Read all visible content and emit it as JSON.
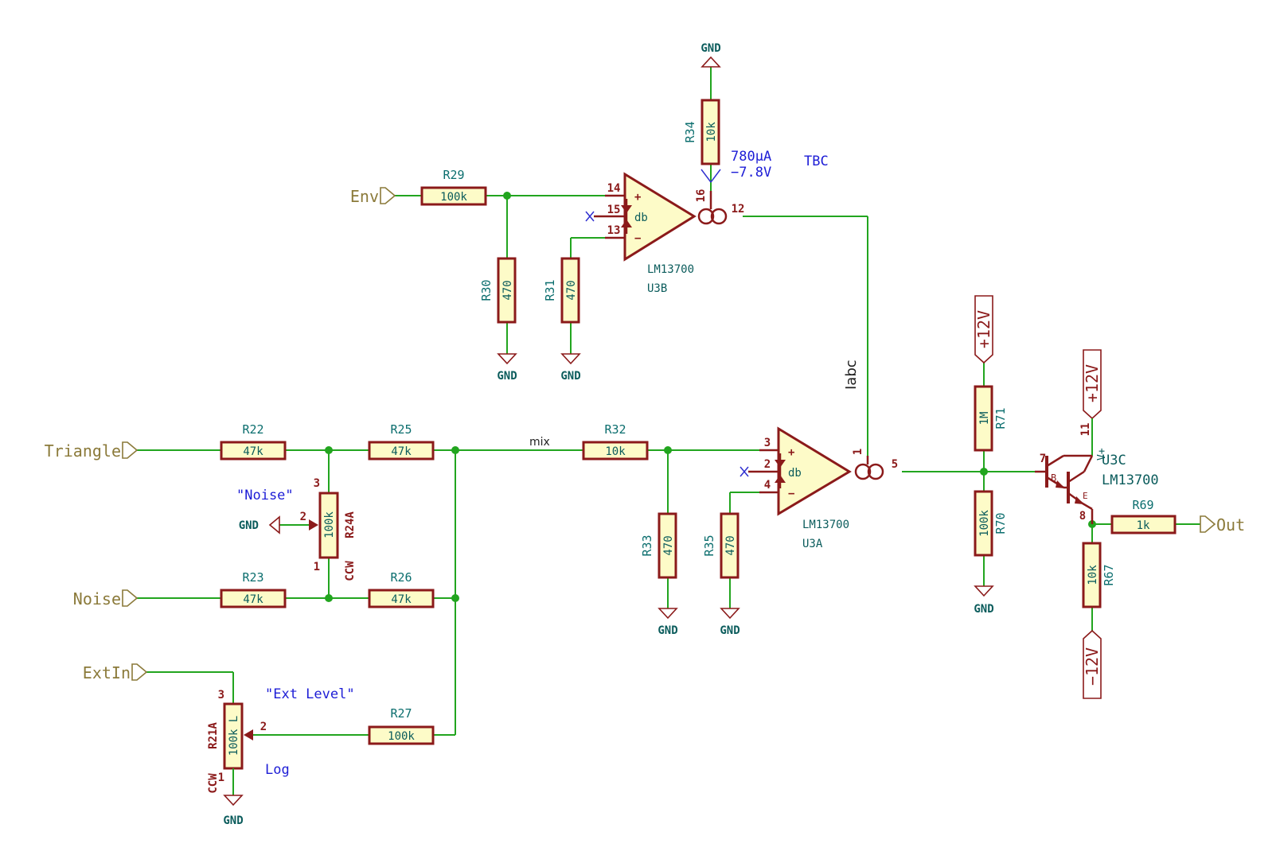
{
  "ports": {
    "env": "Env",
    "triangle": "Triangle",
    "noise": "Noise",
    "extin": "ExtIn",
    "out": "Out"
  },
  "power": {
    "gnd": "GND",
    "p12": "+12V",
    "m12": "−12V"
  },
  "resistors": [
    {
      "ref": "R29",
      "value": "100k"
    },
    {
      "ref": "R30",
      "value": "470"
    },
    {
      "ref": "R31",
      "value": "470"
    },
    {
      "ref": "R34",
      "value": "10k"
    },
    {
      "ref": "R22",
      "value": "47k"
    },
    {
      "ref": "R25",
      "value": "47k"
    },
    {
      "ref": "R23",
      "value": "47k"
    },
    {
      "ref": "R26",
      "value": "47k"
    },
    {
      "ref": "R27",
      "value": "100k"
    },
    {
      "ref": "R32",
      "value": "10k"
    },
    {
      "ref": "R33",
      "value": "470"
    },
    {
      "ref": "R35",
      "value": "470"
    },
    {
      "ref": "R71",
      "value": "1M"
    },
    {
      "ref": "R70",
      "value": "100k"
    },
    {
      "ref": "R69",
      "value": "1k"
    },
    {
      "ref": "R67",
      "value": "10k"
    }
  ],
  "pots": [
    {
      "ref": "R24A",
      "value": "100k",
      "note": "\"Noise\"",
      "ccw": "CCW"
    },
    {
      "ref": "R21A",
      "value": "100k L",
      "note": "\"Ext Level\"",
      "ccw": "CCW",
      "taper": "Log"
    }
  ],
  "ics": {
    "u3b": {
      "ref": "U3B",
      "part": "LM13700",
      "db": "db",
      "plus": "+",
      "minus": "−"
    },
    "u3a": {
      "ref": "U3A",
      "part": "LM13700",
      "db": "db",
      "plus": "+",
      "minus": "−"
    },
    "u3c": {
      "ref": "U3C",
      "part": "LM13700",
      "vplus": "V+",
      "b": "B",
      "e": "E"
    }
  },
  "pins": {
    "u3b_plus": "14",
    "u3b_db": "15",
    "u3b_minus": "13",
    "u3b_iabc": "16",
    "u3b_out": "12",
    "u3a_plus": "3",
    "u3a_db": "2",
    "u3a_minus": "4",
    "u3a_iabc": "1",
    "u3a_out": "5",
    "u3c_b": "7",
    "u3c_e": "8",
    "u3c_vp": "11",
    "r24_3": "3",
    "r24_2": "2",
    "r24_1": "1",
    "r21_3": "3",
    "r21_2": "2",
    "r21_1": "1"
  },
  "labels": {
    "current": "780µA",
    "voltage": "−7.8V",
    "tbc": "TBC",
    "iabc": "Iabc",
    "mix": "mix"
  }
}
